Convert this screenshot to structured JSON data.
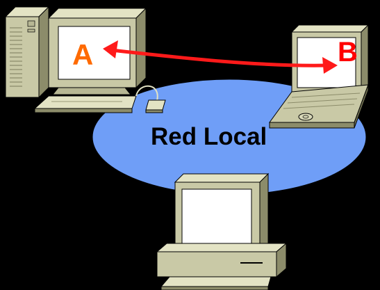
{
  "network": {
    "label": "Red Local",
    "fill_color": "#6f9ef7"
  },
  "nodes": {
    "a": {
      "label": "A",
      "label_color": "#ff6a00"
    },
    "b": {
      "label": "B",
      "label_color": "#ff0000"
    }
  },
  "link": {
    "from": "A",
    "to": "B",
    "color": "#ff1a1a",
    "bidirectional": true
  }
}
